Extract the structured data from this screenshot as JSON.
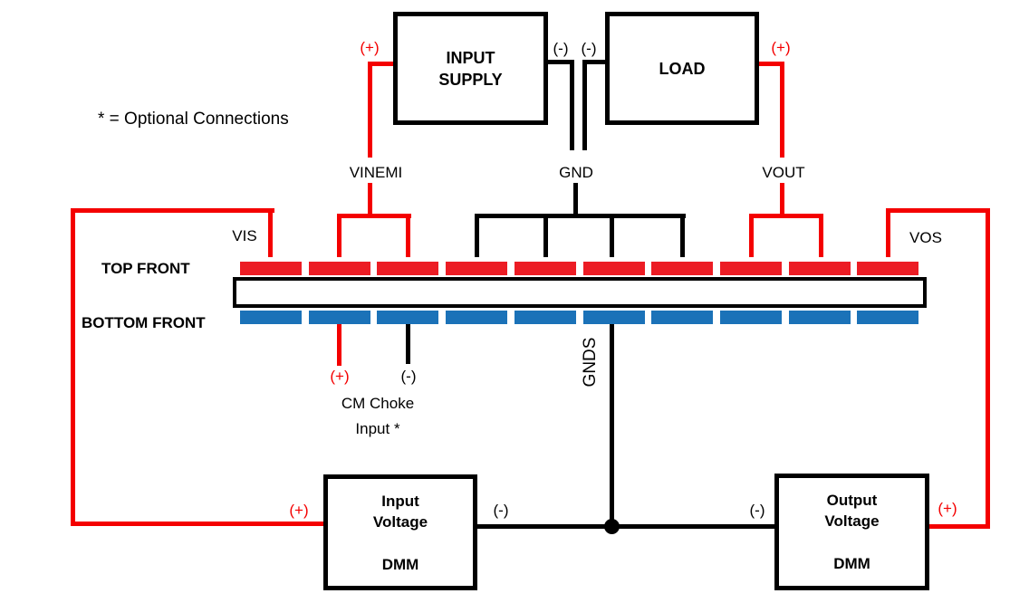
{
  "note": "* = Optional Connections",
  "boxes": {
    "input_supply": {
      "line1": "INPUT",
      "line2": "SUPPLY"
    },
    "load": {
      "label": "LOAD"
    },
    "input_dmm": {
      "line1": "Input",
      "line2": "Voltage",
      "line3": "DMM"
    },
    "output_dmm": {
      "line1": "Output",
      "line2": "Voltage",
      "line3": "DMM"
    }
  },
  "labels": {
    "vinemi": "VINEMI",
    "gnd": "GND",
    "vout": "VOUT",
    "vis": "VIS",
    "vos": "VOS",
    "gnds": "GNDS",
    "top_front": "TOP FRONT",
    "bottom_front": "BOTTOM FRONT",
    "cm_choke_line1": "CM Choke",
    "cm_choke_line2": "Input *",
    "plus": "(+)",
    "minus": "(-)"
  },
  "board": {
    "top_pad_count": 10,
    "bottom_pad_count": 10
  },
  "colors": {
    "red-wire": "#f40000",
    "red-pad": "#ec1c24",
    "blue-pad": "#1b72b8",
    "ink": "#000000"
  }
}
